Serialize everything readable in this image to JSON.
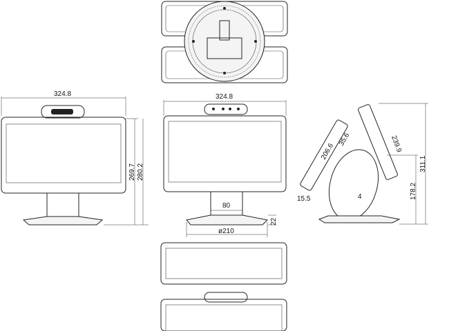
{
  "dimensions": {
    "front_width_left": "324.8",
    "front_width_center": "324.8",
    "screen_height": "269.7",
    "total_height": "280.2",
    "neck_width": "80",
    "base_diameter": "ø210",
    "base_height": "22",
    "tilted_length": "206.6",
    "bracket": "35.6",
    "upright_length": "239.9",
    "overall_height": "311.1",
    "pivot_height": "178.2",
    "depth_offset": "15.5",
    "stand_thickness": "4"
  }
}
